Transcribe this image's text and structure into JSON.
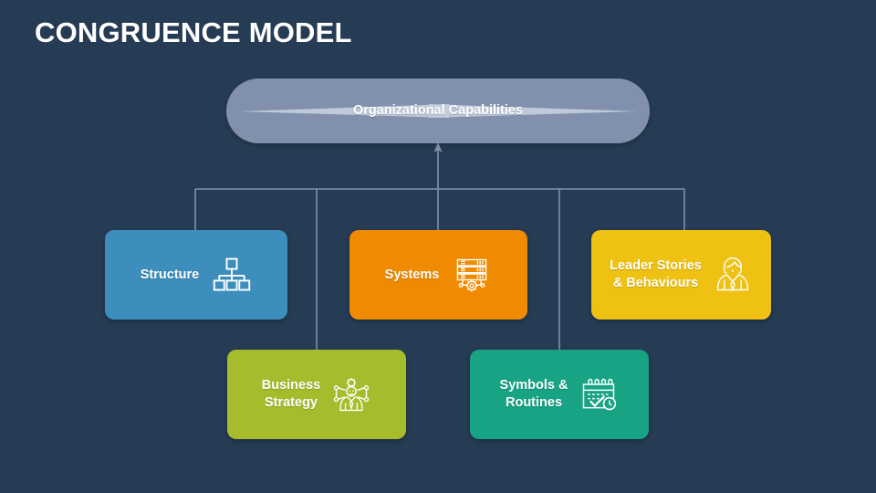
{
  "slide": {
    "title": "CONGRUENCE MODEL",
    "background_color": "#263b54"
  },
  "capsule": {
    "label": "Organizational\nCapabilities",
    "color": "#8191ad",
    "arrow_color": "#c3cedd"
  },
  "connectors": {
    "line_color": "#8191ad",
    "arrow_up_label": "arrow-to-capabilities"
  },
  "nodes": [
    {
      "id": "structure",
      "label": "Structure",
      "icon": "org-chart-icon",
      "color": "#3d8ebc",
      "row": 1
    },
    {
      "id": "systems",
      "label": "Systems",
      "icon": "server-gear-icon",
      "color": "#f08a00",
      "row": 1
    },
    {
      "id": "leader",
      "label": "Leader Stories\n& Behaviours",
      "icon": "businessperson-icon",
      "color": "#eec113",
      "row": 1
    },
    {
      "id": "strategy",
      "label": "Business\nStrategy",
      "icon": "person-gear-network-icon",
      "color": "#a5bd2c",
      "row": 2
    },
    {
      "id": "symbols",
      "label": "Symbols &\nRoutines",
      "icon": "calendar-check-clock-icon",
      "color": "#17a384",
      "row": 2
    }
  ]
}
